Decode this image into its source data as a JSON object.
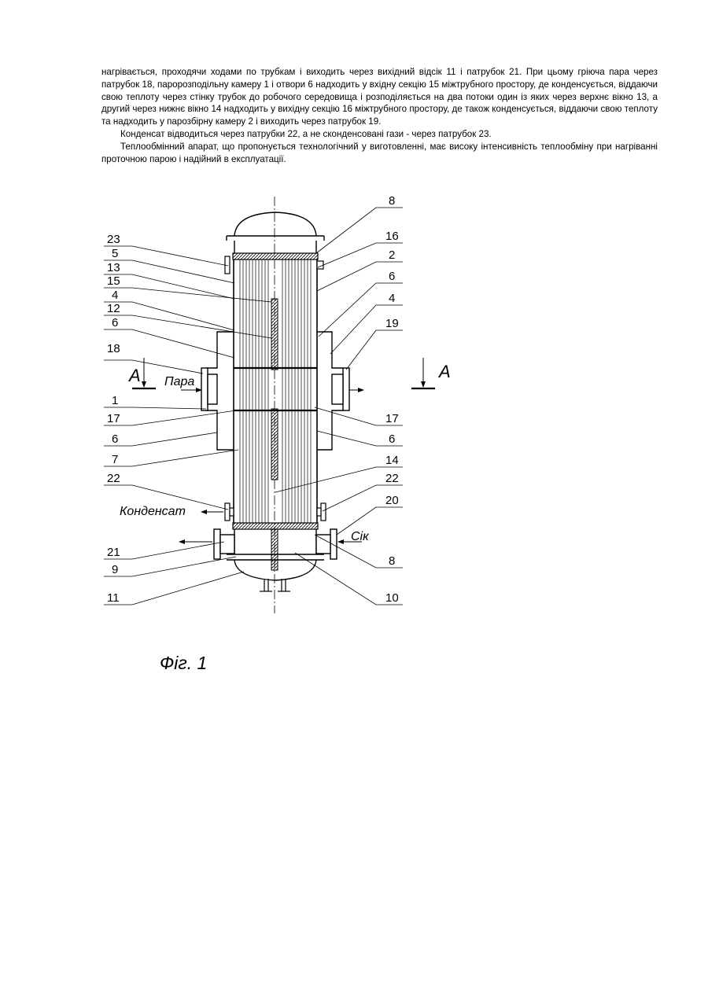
{
  "paragraphs": [
    "нагрівається, проходячи ходами по трубкам і виходить через вихідний відсік 11 і патрубок 21. При цьому гріюча пара через патрубок 18, паророзподільну камеру 1 і отвори 6 надходить у вхідну секцію 15 міжтрубного простору, де конденсується, віддаючи свою теплоту через стінку трубок до робочого середовища і розподіляється на два потоки один із яких через верхнє вікно 13, а другий через нижнє вікно 14 надходить у вихідну секцію 16 міжтрубного простору, де також конденсується, віддаючи свою теплоту та надходить у парозбірну камеру 2 і виходить через патрубок 19.",
    "Конденсат відводиться через патрубки 22, а не сконденсовані гази - через патрубок 23.",
    "Теплообмінний апарат, що пропонується технологічний у виготовленні, має високу інтенсивність теплообміну при нагріванні проточною парою і надійний в експлуатації."
  ],
  "figure": {
    "caption": "Фіг. 1",
    "left_labels": [
      "23",
      "5",
      "13",
      "15",
      "4",
      "12",
      "6",
      "18",
      "1",
      "17",
      "6",
      "7",
      "22",
      "21",
      "9",
      "11"
    ],
    "right_labels": [
      "8",
      "16",
      "2",
      "6",
      "4",
      "19",
      "17",
      "6",
      "14",
      "22",
      "20",
      "8",
      "10"
    ],
    "section_mark": "A",
    "steam_label": "Пара",
    "condensate_label": "Конденсат",
    "juice_label": "Сік"
  }
}
